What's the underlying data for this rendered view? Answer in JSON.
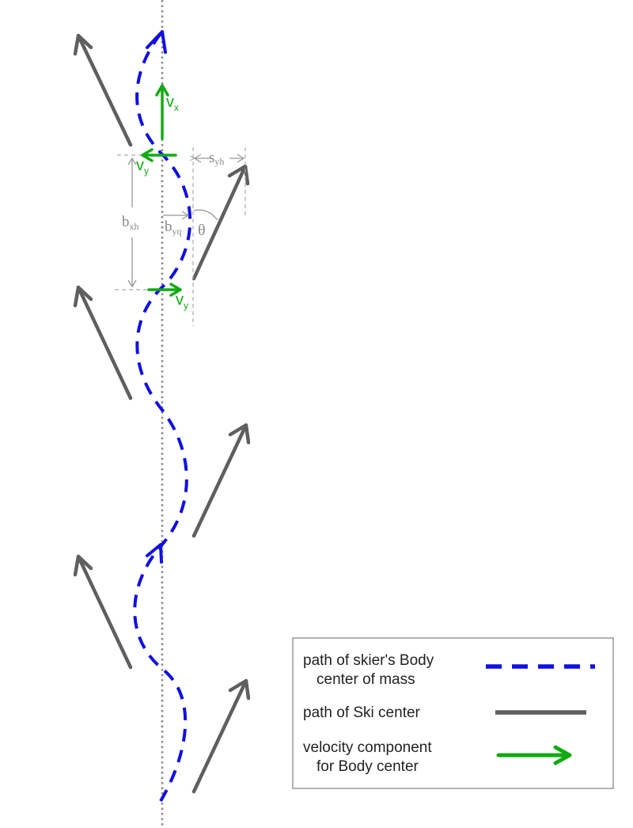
{
  "colors": {
    "body_path": "#1010e0",
    "ski_path": "#5f5f5f",
    "velocity": "#11aa11",
    "annotation": "#999999",
    "axis": "#888888"
  },
  "labels": {
    "vx": {
      "main": "v",
      "sub": "x"
    },
    "vy_top": {
      "main": "v",
      "sub": "y"
    },
    "vy_bottom": {
      "main": "v",
      "sub": "y"
    },
    "sy": {
      "main": "s",
      "sub": "yh"
    },
    "bx": {
      "main": "b",
      "sub": "xh"
    },
    "by": {
      "main": "b",
      "sub": "yq"
    },
    "theta": "θ"
  },
  "legend": {
    "items": [
      {
        "line1": "path of skier's Body",
        "line2": "center of mass",
        "icon": "dashed-blue-line"
      },
      {
        "line1": "path of Ski center",
        "line2": "",
        "icon": "solid-gray-line"
      },
      {
        "line1": "velocity component",
        "line2": "for Body center",
        "icon": "green-arrow"
      }
    ]
  }
}
